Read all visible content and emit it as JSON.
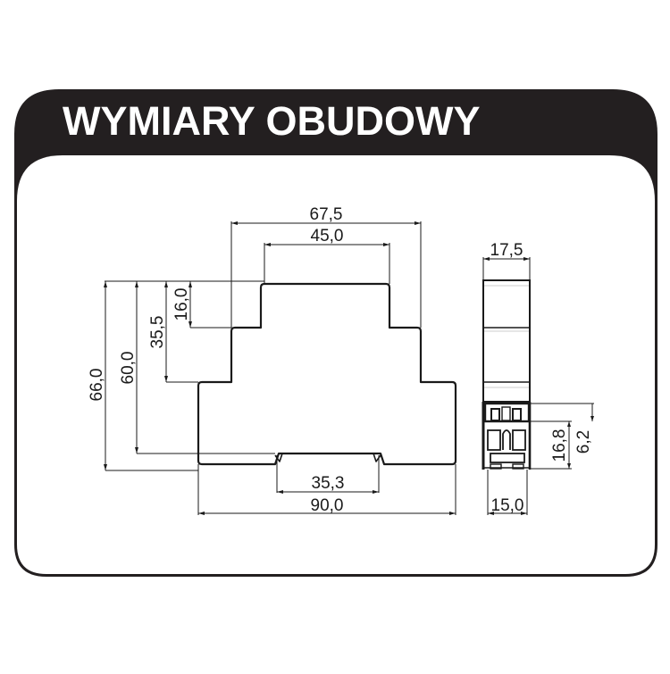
{
  "header": {
    "title": "WYMIARY OBUDOWY",
    "background_color": "#231f20",
    "text_color": "#ffffff"
  },
  "front_view": {
    "dimensions": {
      "top_width_outer": "67,5",
      "top_width_inner": "45,0",
      "height_total": "66,0",
      "height_rail": "60,0",
      "height_step2": "35,5",
      "height_step1": "16,0",
      "rail_width": "35,3",
      "base_width": "90,0"
    }
  },
  "side_view": {
    "dimensions": {
      "top_width": "17,5",
      "bottom_width": "15,0",
      "terminal_height": "16,8",
      "terminal_offset": "6,2"
    }
  },
  "colors": {
    "line": "#1a1a1a",
    "frame": "#231f20"
  }
}
